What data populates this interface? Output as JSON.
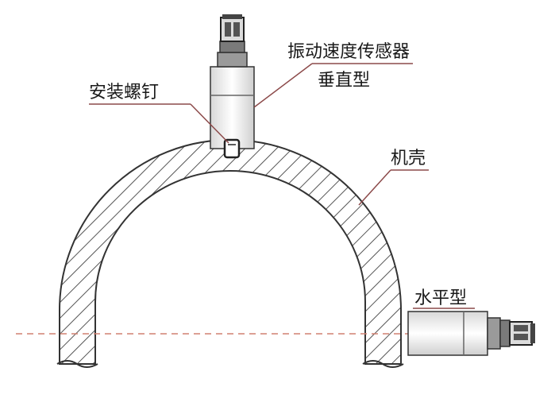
{
  "labels": {
    "sensor": "振动速度传感器",
    "vertical": "垂直型",
    "screw": "安装螺钉",
    "casing": "机壳",
    "horizontal": "水平型"
  },
  "colors": {
    "line": "#333333",
    "leader": "#8c4a4a",
    "centerline": "#d08070",
    "body": "#f2f2f2",
    "hatch": "#555555"
  }
}
